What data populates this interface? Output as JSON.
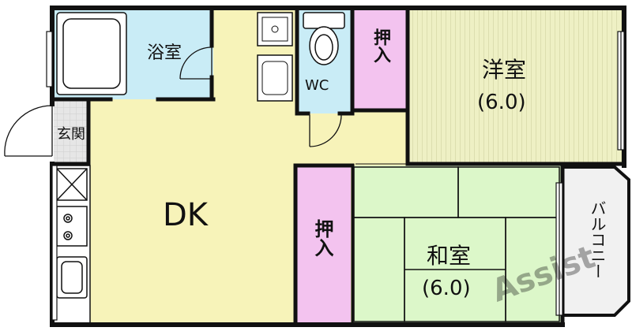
{
  "floorplan": {
    "rooms": {
      "bath": "浴室",
      "entrance": "玄関",
      "wc": "WC",
      "closet_top": "押入",
      "western": "洋室",
      "western_size": "(6.0)",
      "dk": "DK",
      "closet_mid": "押入",
      "japanese": "和室",
      "japanese_size": "(6.0)",
      "balcony": "バルコニー"
    },
    "watermark": "Assist",
    "colors": {
      "wall": "#111111",
      "bath": "#c9ecf6",
      "wc": "#c9ecf6",
      "closet": "#f3c3ef",
      "dk": "#f7f3b9",
      "western": "#eef0c4",
      "tatami": "#dcf7c9",
      "entrance": "#e6e6e6",
      "balcony": "#f1f1f1",
      "watermark": "#2d9e2d"
    }
  }
}
